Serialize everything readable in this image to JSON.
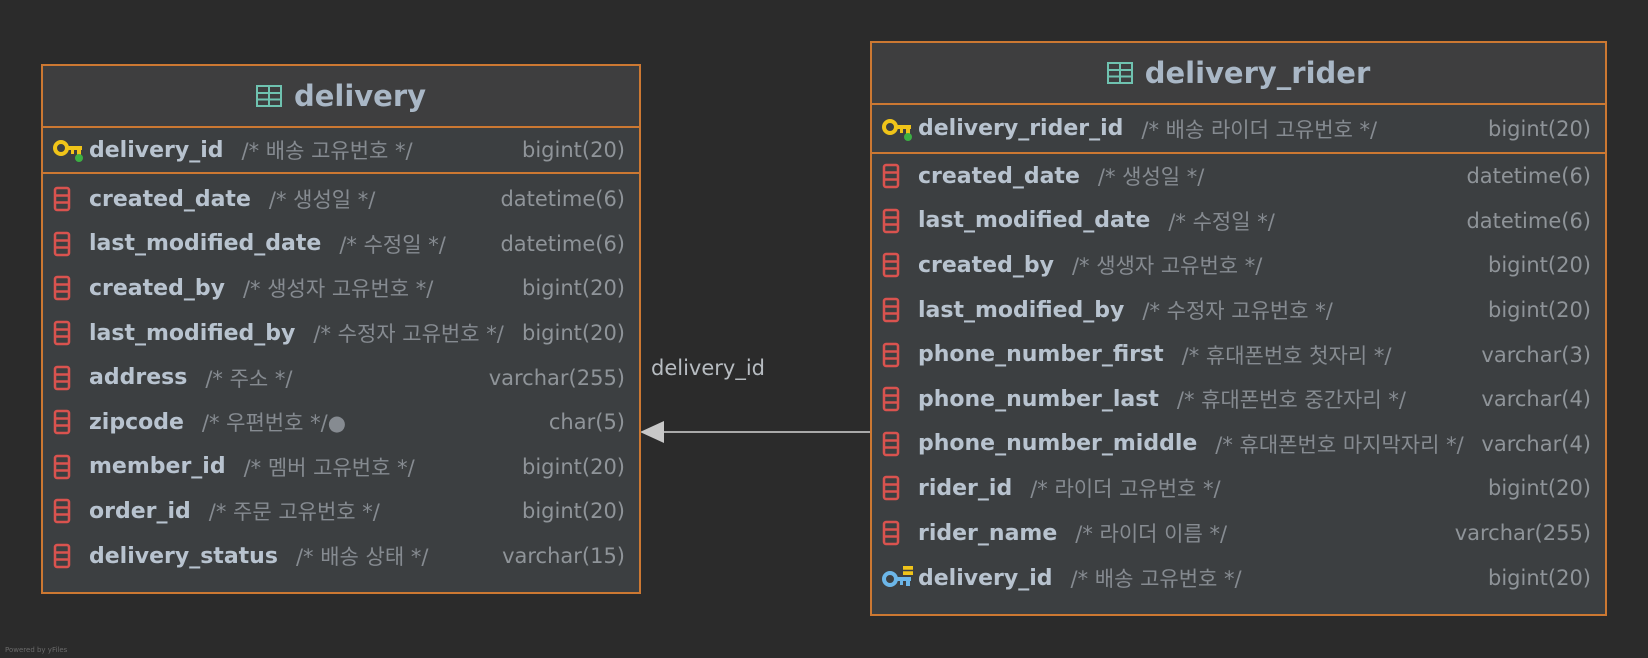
{
  "tables": {
    "delivery": {
      "name": "delivery",
      "primary_key": {
        "name": "delivery_id",
        "comment": "/* 배송 고유번호 */",
        "type": "bigint(20)"
      },
      "columns": [
        {
          "name": "created_date",
          "comment": "/* 생성일 */",
          "type": "datetime(6)"
        },
        {
          "name": "last_modified_date",
          "comment": "/* 수정일 */",
          "type": "datetime(6)"
        },
        {
          "name": "created_by",
          "comment": "/* 생성자 고유번호 */",
          "type": "bigint(20)"
        },
        {
          "name": "last_modified_by",
          "comment": "/* 수정자 고유번호 */",
          "type": "bigint(20)"
        },
        {
          "name": "address",
          "comment": "/* 주소 */",
          "type": "varchar(255)"
        },
        {
          "name": "zipcode",
          "comment": "/* 우편번호 */●",
          "type": "char(5)"
        },
        {
          "name": "member_id",
          "comment": "/* 멤버 고유번호 */",
          "type": "bigint(20)"
        },
        {
          "name": "order_id",
          "comment": "/* 주문 고유번호 */",
          "type": "bigint(20)"
        },
        {
          "name": "delivery_status",
          "comment": "/* 배송 상태 */",
          "type": "varchar(15)"
        }
      ]
    },
    "delivery_rider": {
      "name": "delivery_rider",
      "primary_key": {
        "name": "delivery_rider_id",
        "comment": "/* 배송 라이더 고유번호 */",
        "type": "bigint(20)"
      },
      "columns": [
        {
          "name": "created_date",
          "comment": "/* 생성일 */",
          "type": "datetime(6)"
        },
        {
          "name": "last_modified_date",
          "comment": "/* 수정일 */",
          "type": "datetime(6)"
        },
        {
          "name": "created_by",
          "comment": "/* 생생자 고유번호 */",
          "type": "bigint(20)"
        },
        {
          "name": "last_modified_by",
          "comment": "/* 수정자 고유번호 */",
          "type": "bigint(20)"
        },
        {
          "name": "phone_number_first",
          "comment": "/* 휴대폰번호 첫자리 */",
          "type": "varchar(3)"
        },
        {
          "name": "phone_number_last",
          "comment": "/* 휴대폰번호 중간자리 */",
          "type": "varchar(4)"
        },
        {
          "name": "phone_number_middle",
          "comment": "/* 휴대폰번호 마지막자리 */",
          "type": "varchar(4)"
        },
        {
          "name": "rider_id",
          "comment": "/* 라이더 고유번호 */",
          "type": "bigint(20)"
        },
        {
          "name": "rider_name",
          "comment": "/* 라이더 이름 */",
          "type": "varchar(255)"
        }
      ],
      "foreign_key": {
        "name": "delivery_id",
        "comment": "/* 배송 고유번호 */",
        "type": "bigint(20)"
      }
    }
  },
  "relationship": {
    "label": "delivery_id",
    "from": "delivery_rider",
    "to": "delivery"
  },
  "credit": "Powered by yFiles",
  "colors": {
    "background": "#2b2b2b",
    "table_fill": "#3c3f41",
    "border": "#cc7832",
    "column_icon": "#d9534f",
    "pk_key": "#f0c419",
    "fk_key": "#6cb6e8",
    "table_icon": "#6fc2b0"
  },
  "icons": {
    "table": "table-grid-icon",
    "primary_key": "primary-key-icon",
    "foreign_key": "foreign-key-icon",
    "column": "column-icon"
  }
}
